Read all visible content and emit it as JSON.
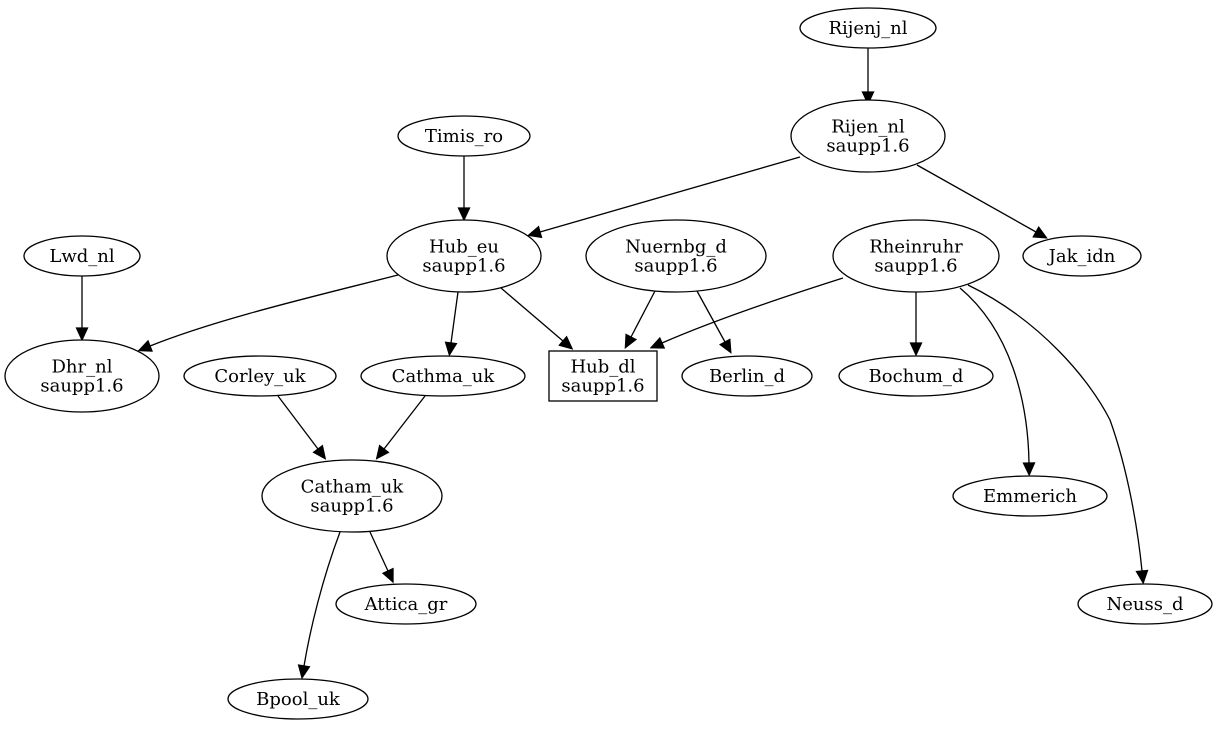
{
  "graph": {
    "nodes": [
      {
        "id": "rijenj_nl",
        "name": "Rijenj_nl",
        "lines": [
          "Rijenj_nl"
        ],
        "shape": "ellipse"
      },
      {
        "id": "rijen_nl",
        "name": "Rijen_nl",
        "lines": [
          "Rijen_nl",
          "saupp1.6"
        ],
        "shape": "ellipse"
      },
      {
        "id": "timis_ro",
        "name": "Timis_ro",
        "lines": [
          "Timis_ro"
        ],
        "shape": "ellipse"
      },
      {
        "id": "hub_eu",
        "name": "Hub_eu",
        "lines": [
          "Hub_eu",
          "saupp1.6"
        ],
        "shape": "ellipse"
      },
      {
        "id": "nuernbg_d",
        "name": "Nuernbg_d",
        "lines": [
          "Nuernbg_d",
          "saupp1.6"
        ],
        "shape": "ellipse"
      },
      {
        "id": "rheinruhr",
        "name": "Rheinruhr",
        "lines": [
          "Rheinruhr",
          "saupp1.6"
        ],
        "shape": "ellipse"
      },
      {
        "id": "jak_idn",
        "name": "Jak_idn",
        "lines": [
          "Jak_idn"
        ],
        "shape": "ellipse"
      },
      {
        "id": "lwd_nl",
        "name": "Lwd_nl",
        "lines": [
          "Lwd_nl"
        ],
        "shape": "ellipse"
      },
      {
        "id": "dhr_nl",
        "name": "Dhr_nl",
        "lines": [
          "Dhr_nl",
          "saupp1.6"
        ],
        "shape": "ellipse"
      },
      {
        "id": "corley_uk",
        "name": "Corley_uk",
        "lines": [
          "Corley_uk"
        ],
        "shape": "ellipse"
      },
      {
        "id": "cathma_uk",
        "name": "Cathma_uk",
        "lines": [
          "Cathma_uk"
        ],
        "shape": "ellipse"
      },
      {
        "id": "hub_dl",
        "name": "Hub_dl",
        "lines": [
          "Hub_dl",
          "saupp1.6"
        ],
        "shape": "box"
      },
      {
        "id": "berlin_d",
        "name": "Berlin_d",
        "lines": [
          "Berlin_d"
        ],
        "shape": "ellipse"
      },
      {
        "id": "bochum_d",
        "name": "Bochum_d",
        "lines": [
          "Bochum_d"
        ],
        "shape": "ellipse"
      },
      {
        "id": "catham_uk",
        "name": "Catham_uk",
        "lines": [
          "Catham_uk",
          "saupp1.6"
        ],
        "shape": "ellipse"
      },
      {
        "id": "emmerich",
        "name": "Emmerich",
        "lines": [
          "Emmerich"
        ],
        "shape": "ellipse"
      },
      {
        "id": "attica_gr",
        "name": "Attica_gr",
        "lines": [
          "Attica_gr"
        ],
        "shape": "ellipse"
      },
      {
        "id": "neuss_d",
        "name": "Neuss_d",
        "lines": [
          "Neuss_d"
        ],
        "shape": "ellipse"
      },
      {
        "id": "bpool_uk",
        "name": "Bpool_uk",
        "lines": [
          "Bpool_uk"
        ],
        "shape": "ellipse"
      }
    ],
    "edges": [
      {
        "from": "rijenj_nl",
        "to": "rijen_nl"
      },
      {
        "from": "rijen_nl",
        "to": "hub_eu"
      },
      {
        "from": "rijen_nl",
        "to": "jak_idn"
      },
      {
        "from": "timis_ro",
        "to": "hub_eu"
      },
      {
        "from": "lwd_nl",
        "to": "dhr_nl"
      },
      {
        "from": "hub_eu",
        "to": "dhr_nl"
      },
      {
        "from": "hub_eu",
        "to": "cathma_uk"
      },
      {
        "from": "hub_eu",
        "to": "hub_dl"
      },
      {
        "from": "nuernbg_d",
        "to": "hub_dl"
      },
      {
        "from": "nuernbg_d",
        "to": "berlin_d"
      },
      {
        "from": "rheinruhr",
        "to": "hub_dl"
      },
      {
        "from": "rheinruhr",
        "to": "bochum_d"
      },
      {
        "from": "rheinruhr",
        "to": "emmerich"
      },
      {
        "from": "rheinruhr",
        "to": "neuss_d"
      },
      {
        "from": "corley_uk",
        "to": "catham_uk"
      },
      {
        "from": "cathma_uk",
        "to": "catham_uk"
      },
      {
        "from": "catham_uk",
        "to": "attica_gr"
      },
      {
        "from": "catham_uk",
        "to": "bpool_uk"
      }
    ]
  }
}
